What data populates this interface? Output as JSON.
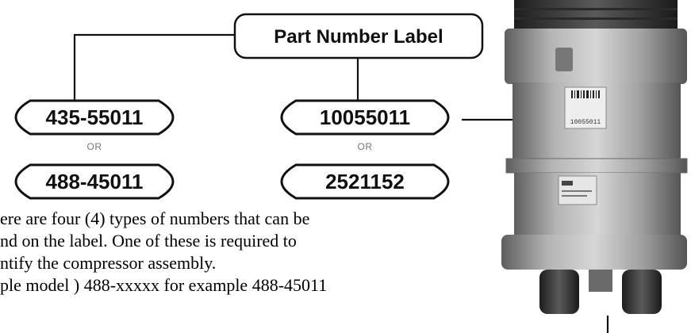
{
  "title_box": {
    "label": "Part Number Label"
  },
  "left_group": {
    "top": "435-55011",
    "or": "OR",
    "bottom": "488-45011"
  },
  "right_group": {
    "top": "10055011",
    "or": "OR",
    "bottom": "2521152"
  },
  "compressor_label": {
    "code": "10055011"
  },
  "description": {
    "line1": "ere are four (4) types of numbers that can be",
    "line2": "nd on the label. One of these is required to",
    "line3": "ntify the compressor assembly.",
    "line4": "ple model ) 488-xxxxx for example 488-45011"
  },
  "colors": {
    "ink": "#111111",
    "or_text": "#777777",
    "metal": "#9a9a9a"
  }
}
